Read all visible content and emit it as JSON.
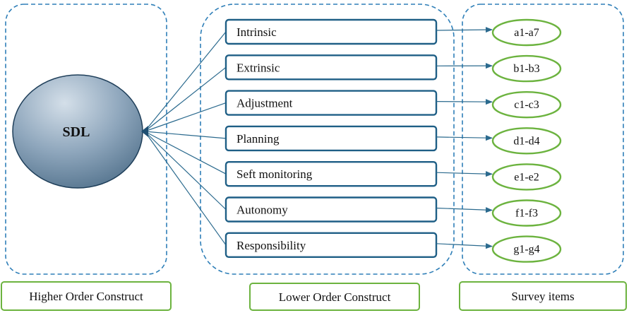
{
  "core": {
    "label": "SDL"
  },
  "constructs": [
    {
      "label": "Intrinsic",
      "items": "a1-a7"
    },
    {
      "label": "Extrinsic",
      "items": "b1-b3"
    },
    {
      "label": "Adjustment",
      "items": "c1-c3"
    },
    {
      "label": "Planning",
      "items": "d1-d4"
    },
    {
      "label": "Seft monitoring",
      "items": "e1-e2"
    },
    {
      "label": "Autonomy",
      "items": "f1-f3"
    },
    {
      "label": "Responsibility",
      "items": "g1-g4"
    }
  ],
  "footers": {
    "higher": "Higher Order Construct",
    "lower": "Lower Order Construct",
    "survey": "Survey items"
  },
  "colors": {
    "core_fill_top": "#cfdbe6",
    "core_fill_bottom": "#5f7f9b",
    "connector": "#2b6a8e",
    "construct_border": "#1f5f86",
    "item_border": "#6cb33f",
    "region_border": "#2f7fb8"
  }
}
